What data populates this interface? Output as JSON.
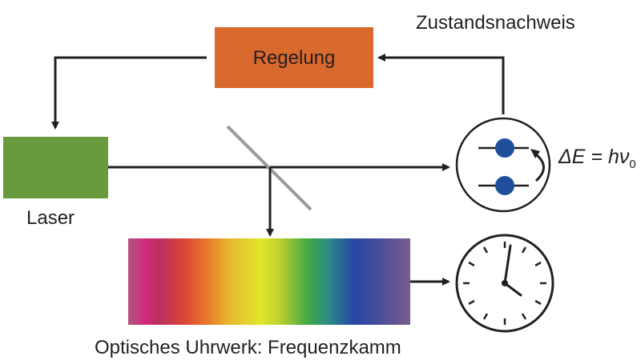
{
  "labels": {
    "controller": "Regelung",
    "state_detection": "Zustandsnachweis",
    "laser": "Laser",
    "clockwork": "Optisches Uhrwerk: Frequenzkamm",
    "energy_delta": "ΔE",
    "energy_eq": " = hν",
    "energy_sub": "0"
  },
  "colors": {
    "controller_box": "#d9692d",
    "laser_box": "#6a9a3e",
    "atom": "#1f4f9a",
    "lines": "#231f20",
    "beam_splitter": "#9a9a9a"
  },
  "icons": {
    "atom": "two-level-atom-icon",
    "clock": "clock-icon"
  }
}
